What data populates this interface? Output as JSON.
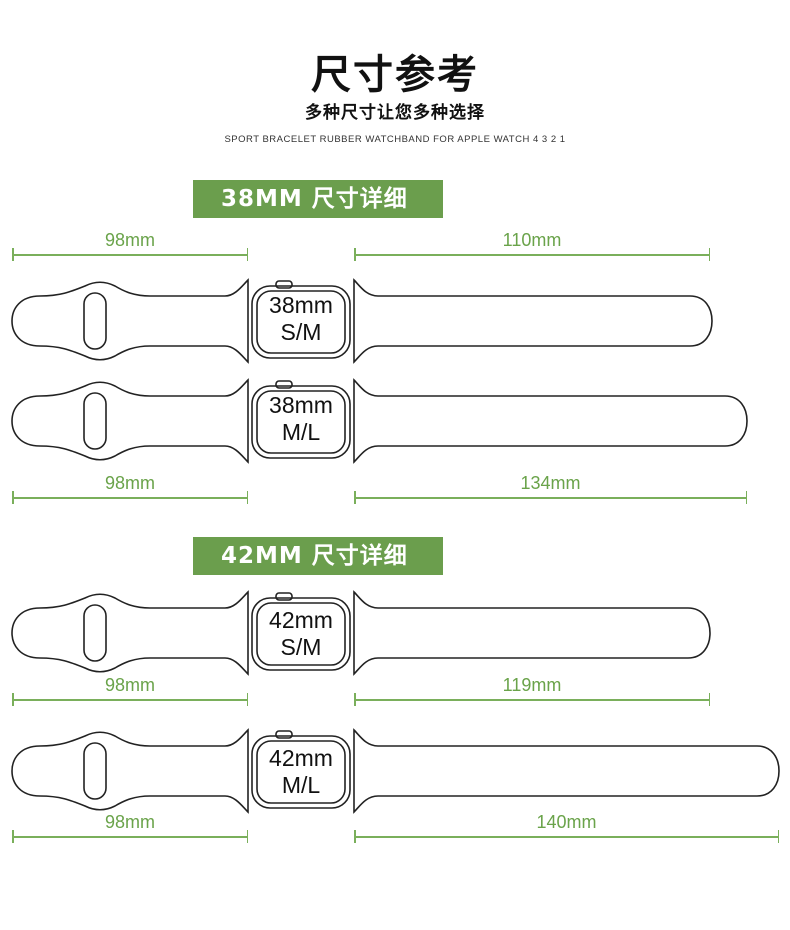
{
  "header": {
    "title": "尺寸参考",
    "subtitle": "多种尺寸让您多种选择",
    "product_line": "SPORT BRACELET RUBBER WATCHBAND FOR APPLE WATCH 4 3 2 1"
  },
  "colors": {
    "accent_green": "#6b9e4d",
    "dimension_green": "#7aaf5b",
    "outline": "#222222"
  },
  "sections": [
    {
      "badge": "38MM 尺寸详细",
      "bands": [
        {
          "case": "38mm",
          "size": "S/M",
          "short_strap": "98mm",
          "long_strap": "110mm"
        },
        {
          "case": "38mm",
          "size": "M/L",
          "short_strap": "98mm",
          "long_strap": "134mm"
        }
      ]
    },
    {
      "badge": "42MM 尺寸详细",
      "bands": [
        {
          "case": "42mm",
          "size": "S/M",
          "short_strap": "98mm",
          "long_strap": "119mm"
        },
        {
          "case": "42mm",
          "size": "M/L",
          "short_strap": "98mm",
          "long_strap": "140mm"
        }
      ]
    }
  ]
}
